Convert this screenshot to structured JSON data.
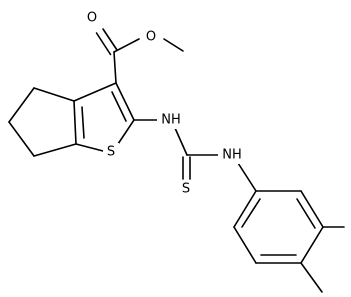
{
  "molecule": {
    "atoms": {
      "o_carbonyl": "O",
      "o_ester": "O",
      "s_thiophene": "S",
      "nh_amide": "NH",
      "s_thione": "S",
      "nh_aryl": "NH"
    },
    "colors": {
      "bond": "#000000",
      "label": "#000000",
      "background": "#ffffff"
    }
  }
}
